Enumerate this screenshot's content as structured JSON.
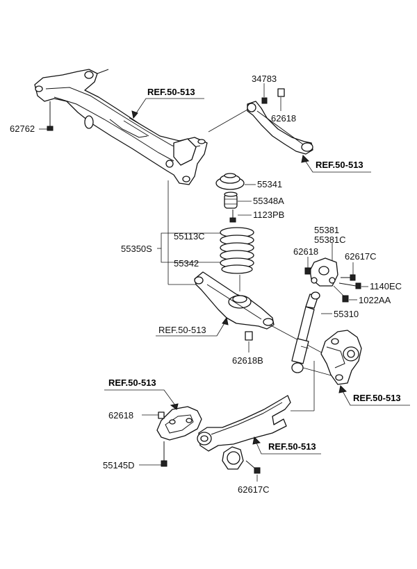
{
  "labels": {
    "p62762": "62762",
    "p34783": "34783",
    "p62618_top": "62618",
    "p55341": "55341",
    "p55348A": "55348A",
    "p1123PB": "1123PB",
    "p55113C": "55113C",
    "p55350S": "55350S",
    "p55342": "55342",
    "p55381": "55381",
    "p55381C": "55381C",
    "p62618_mid": "62618",
    "p62617C_mid": "62617C",
    "p1140EC": "1140EC",
    "p1022AA": "1022AA",
    "p55310": "55310",
    "p62618B": "62618B",
    "p62618_low": "62618",
    "p55145D": "55145D",
    "p62617C_low": "62617C"
  },
  "refs": {
    "subframe": "REF.50-513",
    "upper_arm": "REF.50-513",
    "lower_arm": "REF.50-513",
    "knuckle": "REF.50-513",
    "bracket": "REF.50-513",
    "trailing_arm": "REF.50-513"
  }
}
